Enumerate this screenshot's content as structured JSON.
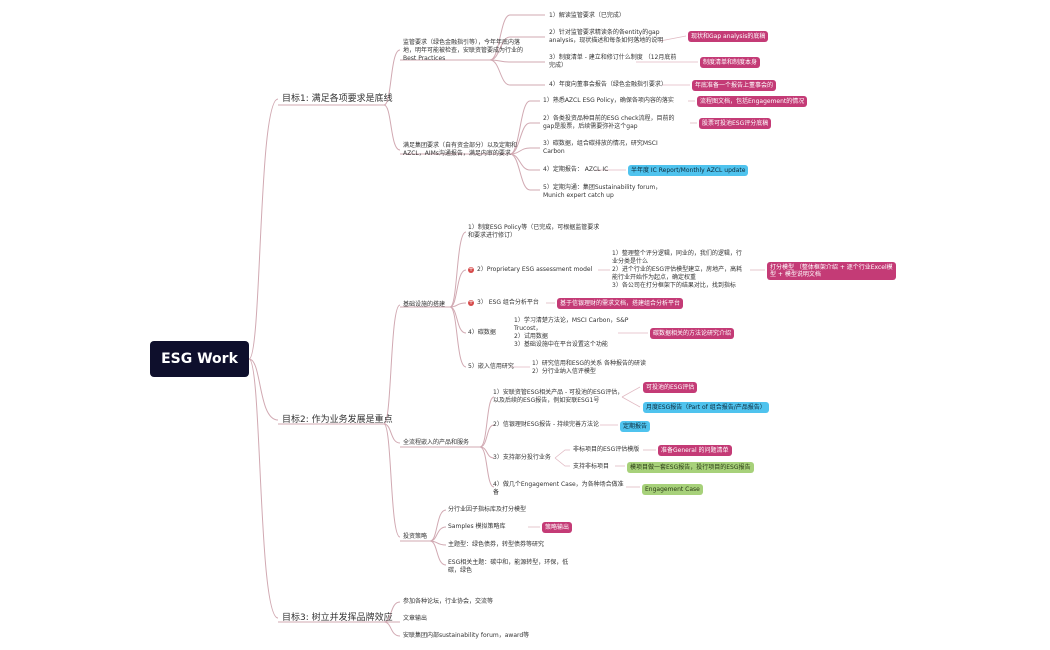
{
  "root": "ESG Work",
  "goals": [
    {
      "label": "目标1: 满足各项要求是底线"
    },
    {
      "label": "目标2: 作为业务发展是重点"
    },
    {
      "label": "目标3: 树立并发挥品牌效应"
    }
  ],
  "g1": {
    "reg": "监管要求（绿色金融指引等），今年年底内落\n地，明年可能被检查，安联资管要成为行业的\nBest Practices",
    "reg_items": [
      "1）解读监管要求（已完成）",
      "2）针对监管要求精读条的各entity的gap\nanalysis，现状描述和每条如何落地的说明",
      "3）制度清单 - 建立和修订什么制度 （12月底前\n完成）",
      "4）年度向董事会报告（绿色金融指引要求）"
    ],
    "reg_tags": [
      "现状和Gap analysis的底稿",
      "制度清单和制度本身",
      "年底准备一个报告上董事会的"
    ],
    "group": "满足集团要求（自有资金部分）以及定期和\nAZCL，AIMs沟通报告，满足内审的要求",
    "group_items": [
      "1）熟悉AZCL ESG Policy，确保各项内容的落实",
      "2）各类投资品种目前的ESG check流程，目前的\ngap是股票，后续需要弥补这个gap",
      "3）碳数据，组合碳排放的情况，研究MSCI\nCarbon",
      "4）定期报告： AZCL IC",
      "5）定期沟通：集团Sustainability forum，\nMunich expert catch up"
    ],
    "group_tags": [
      "流程图文档，包括Engagement的情况",
      "股票可投池ESG评分底稿",
      "半年度 IC Report/Monthly AZCL update"
    ]
  },
  "g2": {
    "infra": "基础设施的搭建",
    "infra_items": [
      "1）制度ESG Policy等（已完成，可根据监管要求\n和要求进行修订）",
      "2）Proprietary ESG assessment model",
      "3） ESG 组合分析平台",
      "4）碳数据",
      "5）嵌入信用研究"
    ],
    "model_detail": "1）整理整个评分逻辑，同业的，我们的逻辑，行\n业分类是什么\n2）进个行业的ESG评估模型建立，房地产，高耗\n能行业开始作为起点，确定权重\n3）各公司在打分框架下的结果对比，找到指标",
    "model_tag": "打分模型 （整体框架介绍 + 逐个行业Excel模\n型 + 模型说明文档",
    "platform_tag": "基于信银理财的需求文档，搭建组合分析平台",
    "carbon_detail": "1）学习清楚方法论，MSCI Carbon，S&P\nTrucost，\n2）试用数据\n3）基础设施中在平台设置这个功能",
    "carbon_tag": "碳数据相关的方法论研究介绍",
    "credit_detail": "1）研究信用和ESG的关系 各种报告的研读\n2）分行业纳入信评模型",
    "process": "全流程嵌入的产品和服务",
    "process_items": [
      "1）安联资管ESG相关产品 - 可投池的ESG评估，\n以及后续的ESG报告，例如安联ESG1号",
      "2）信银理财ESG报告 - 持续完善方法论",
      "3）支持部分投行业务",
      "4）做几个Engagement Case，为各种场合做准\n备"
    ],
    "process_tags": [
      "可投池的ESG评估",
      "月度ESG报告（Part of 组合报告/产品报告）",
      "定期报告",
      "Engagement Case"
    ],
    "ib_items": [
      "非标项目的ESG评估模版",
      "支持非标项目"
    ],
    "ib_tags": [
      "准备General 的问题清单",
      "模项目做一套ESG报告，投行项目的ESG报告"
    ],
    "invest": "投资策略",
    "invest_items": [
      "分行业因子指标库及打分模型",
      "Samples 模拟策略库",
      "主题型：绿色债券，转型债券等研究",
      "ESG相关主题：碳中和，能源转型，环保，低\n碳，绿色"
    ],
    "invest_tag": "策略输出"
  },
  "g3": {
    "items": [
      "参加各种论坛，行业协会，交流等",
      "文章输出",
      "安联集团内部sustainability forum，award等"
    ]
  },
  "colors": {
    "root_bg": "#0e0f2c",
    "line": "#c9a0a8",
    "pink": "#c43b76",
    "blue": "#4fc3ee",
    "green": "#a7d17a"
  }
}
